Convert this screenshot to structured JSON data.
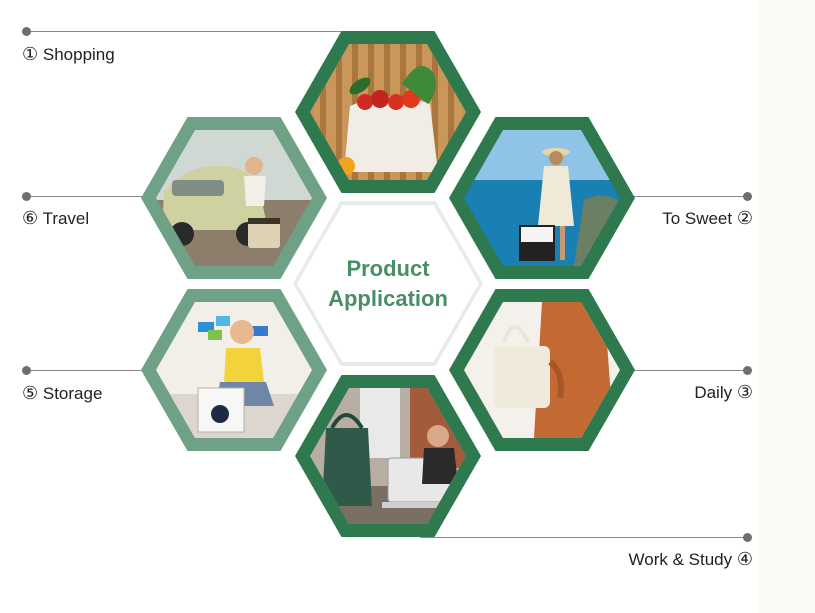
{
  "center": {
    "line1": "Product",
    "line2": "Application"
  },
  "items": [
    {
      "num": "①",
      "label": "Shopping"
    },
    {
      "num": "②",
      "label": "To Sweet"
    },
    {
      "num": "③",
      "label": "Daily"
    },
    {
      "num": "④",
      "label": "Work & Study"
    },
    {
      "num": "⑤",
      "label": "Storage"
    },
    {
      "num": "⑥",
      "label": "Travel"
    }
  ],
  "images": {
    "shopping": "tote bag with vegetables and fruit",
    "to_sweet": "woman by the sea holding a tote bag",
    "daily": "person carrying a canvas tote",
    "work_study": "laptop and green bag on a desk",
    "storage": "child playing with blocks and a printed tote",
    "travel": "woman sitting on a vintage car with a tote bag"
  },
  "colors": {
    "hex_dark": "#2e7a4e",
    "hex_light": "#6fa187",
    "title": "#4a8e68"
  }
}
